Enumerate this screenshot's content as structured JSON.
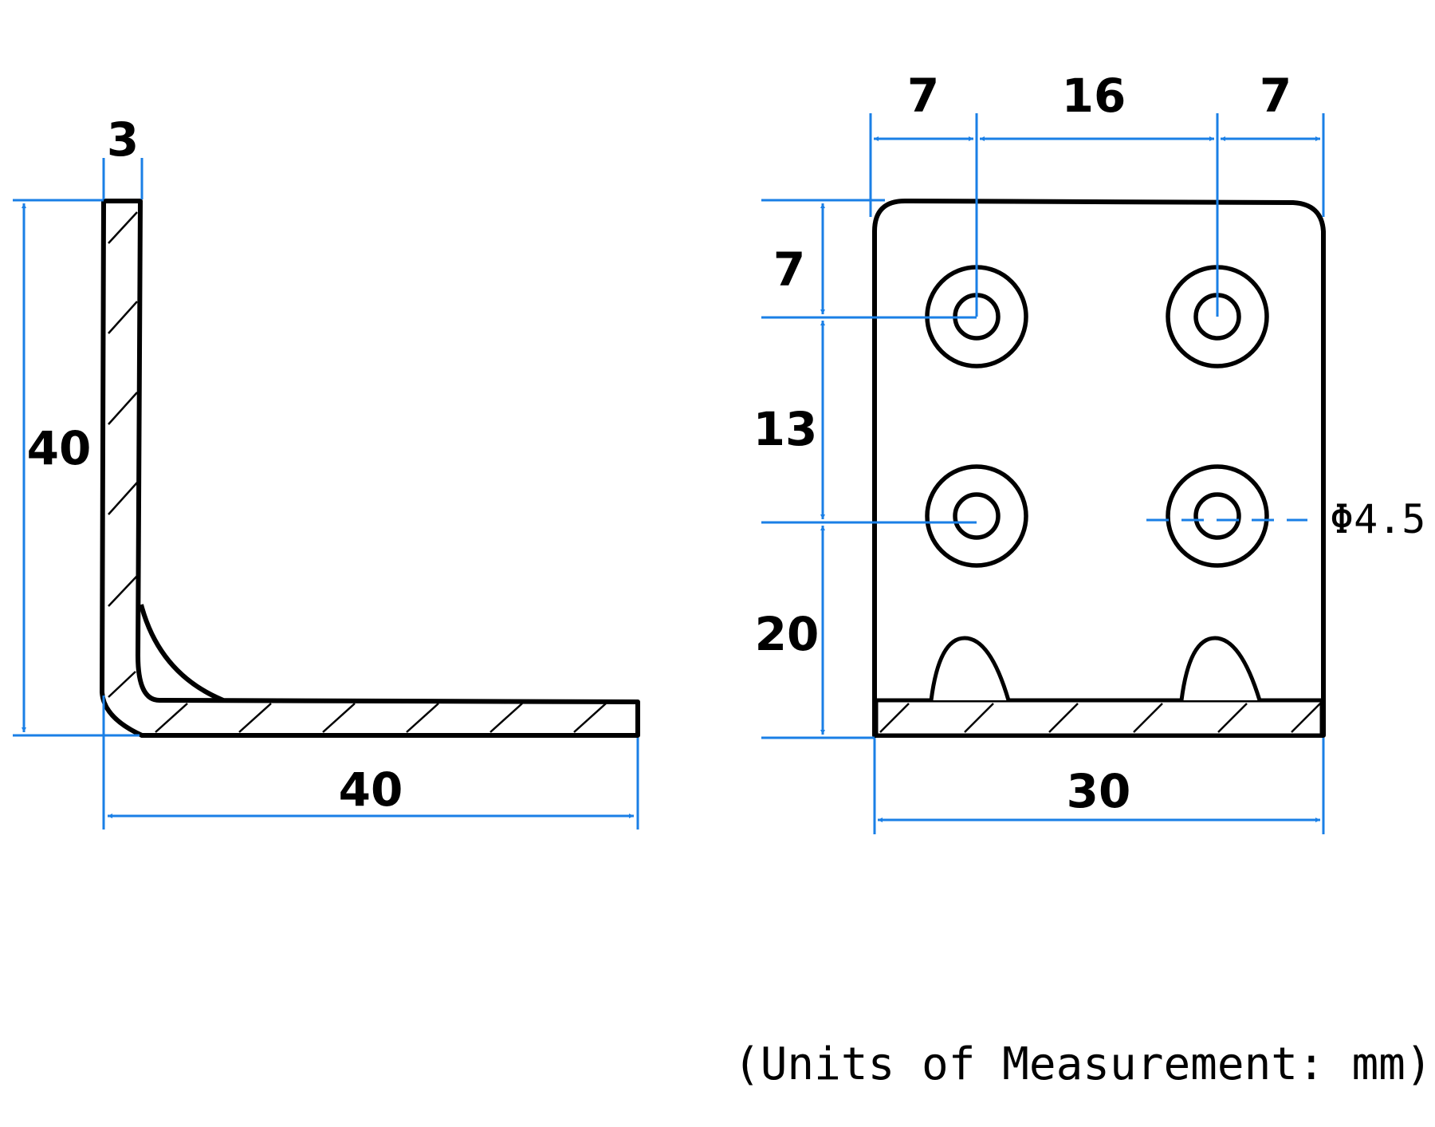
{
  "side_view": {
    "thickness_label": "3",
    "height_label": "40",
    "width_label": "40"
  },
  "front_view": {
    "top_left_label": "7",
    "top_mid_label": "16",
    "top_right_label": "7",
    "width_label": "30",
    "left_top_label": "7",
    "left_mid_label": "13",
    "left_bottom_label": "20",
    "hole_label": "Φ4.5"
  },
  "footer": {
    "units_note": "(Units of Measurement: mm)"
  },
  "colors": {
    "dimension": "#1a7fe6",
    "outline": "#000000"
  }
}
